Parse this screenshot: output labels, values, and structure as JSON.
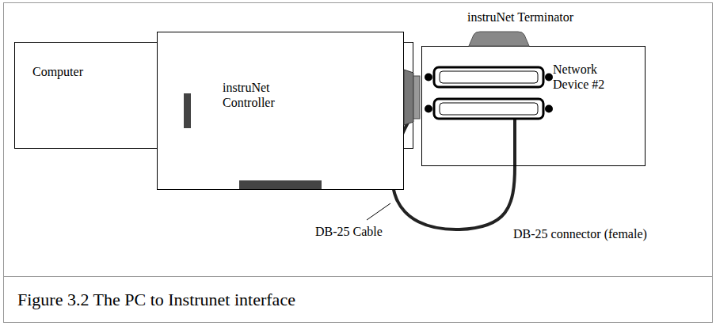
{
  "diagram": {
    "caption": "Figure 3.2 The PC to Instrunet interface",
    "nodes": [
      {
        "text": [
          "Computer"
        ]
      },
      {
        "text": [
          "instruNet Controller"
        ]
      },
      {
        "text": [
          "Network Device #2"
        ]
      }
    ],
    "edges": [
      {
        "from": 1,
        "to": 2,
        "arrow": "none"
      }
    ],
    "labels": [
      "instruNet Terminator",
      "DB-25 Cable",
      "DB-25 connector (female)"
    ]
  }
}
